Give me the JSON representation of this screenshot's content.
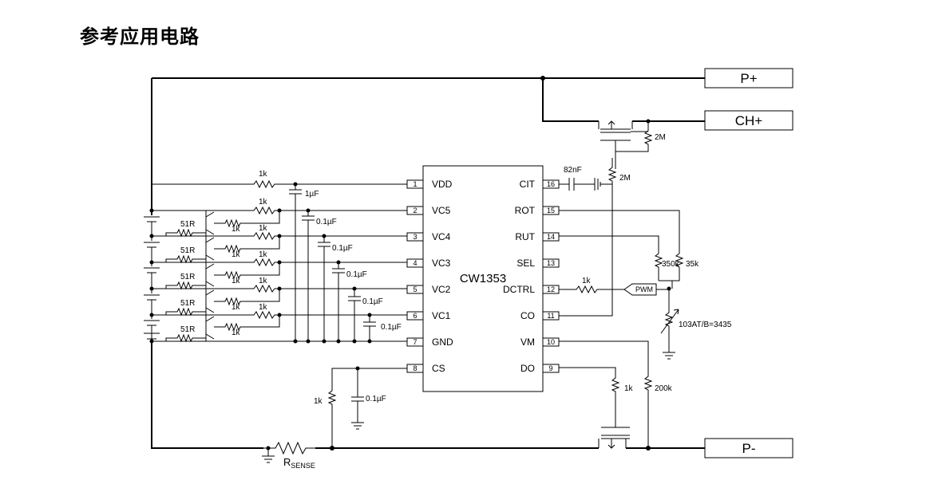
{
  "page": {
    "title": "参考应用电路"
  },
  "terminals": {
    "p_plus": "P+",
    "ch_plus": "CH+",
    "p_minus": "P-"
  },
  "chip": {
    "name": "CW1353",
    "left_pins": [
      {
        "num": "1",
        "name": "VDD"
      },
      {
        "num": "2",
        "name": "VC5"
      },
      {
        "num": "3",
        "name": "VC4"
      },
      {
        "num": "4",
        "name": "VC3"
      },
      {
        "num": "5",
        "name": "VC2"
      },
      {
        "num": "6",
        "name": "VC1"
      },
      {
        "num": "7",
        "name": "GND"
      },
      {
        "num": "8",
        "name": "CS"
      }
    ],
    "right_pins": [
      {
        "num": "16",
        "name": "CIT"
      },
      {
        "num": "15",
        "name": "ROT"
      },
      {
        "num": "14",
        "name": "RUT"
      },
      {
        "num": "13",
        "name": "SEL"
      },
      {
        "num": "12",
        "name": "DCTRL"
      },
      {
        "num": "11",
        "name": "CO"
      },
      {
        "num": "10",
        "name": "VM"
      },
      {
        "num": "9",
        "name": "DO"
      }
    ]
  },
  "labels": {
    "r_vdd": "1k",
    "r_vc": "1k",
    "r_bal_base": "1k",
    "r_bal": "51R",
    "c_vdd": "1µF",
    "c_vc": "0.1µF",
    "c_cs": "0.1µF",
    "r_cs": "1k",
    "c_cit": "82nF",
    "r_gate_ch": "2M",
    "r_gate_cit": "2M",
    "r_rot": "35k",
    "r_rut": "350k",
    "r_dctrl": "1k",
    "pwm": "PWM",
    "ntc": "103AT/B=3435",
    "r_do": "1k",
    "r_vm": "200k",
    "rsense_main": "R",
    "rsense_sub": "SENSE"
  },
  "colors": {
    "line": "#000000",
    "background": "#ffffff"
  }
}
